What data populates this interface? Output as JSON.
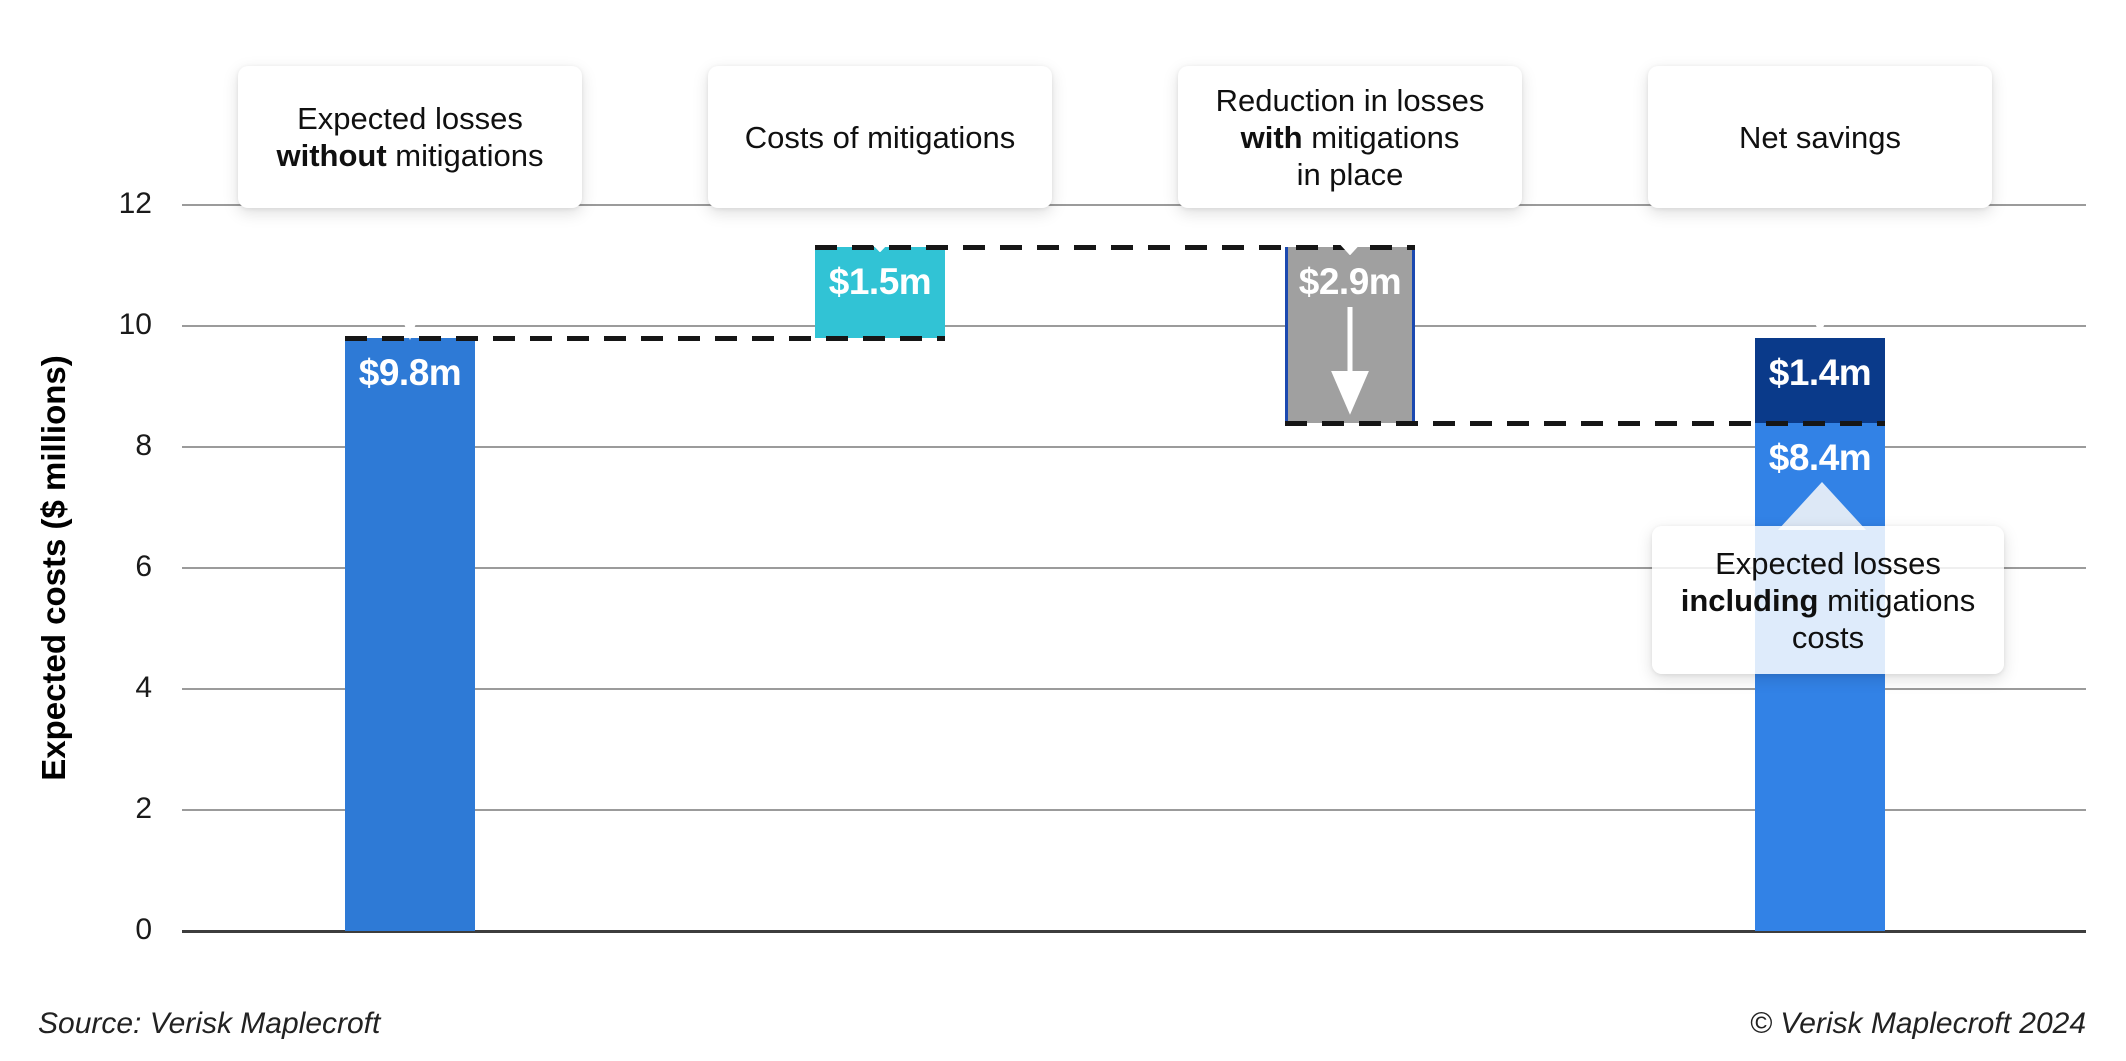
{
  "chart_data": {
    "type": "bar",
    "subtype": "waterfall",
    "title": "",
    "xlabel": "",
    "ylabel": "Expected costs ($ millions)",
    "ylim": [
      0,
      12
    ],
    "yticks": [
      12,
      10,
      8,
      6,
      4,
      2,
      0
    ],
    "grid": true,
    "legend": false,
    "colors": {
      "bar_blue": "#2E7AD6",
      "bar_teal": "#31C3D5",
      "bar_gray": "#A0A0A0",
      "bar_gray_border": "#1B49B0",
      "bar_navy": "#0A3A8A",
      "bar_light_blue": "#3282E6",
      "connector": "#161616",
      "grid_line": "#9B9B9B",
      "axis_line": "#3D3D3D",
      "value_label_text": "#FFFFFF",
      "callout_text": "#101010"
    },
    "categories": [
      "without-mitigations",
      "mitigation-costs",
      "reduction-with-mitigations",
      "net"
    ],
    "bars": [
      {
        "key": "expected-losses-without-mitigations",
        "category_index": 0,
        "from": 0,
        "to": 9.8,
        "value": 9.8,
        "label": "$9.8m",
        "color_ref": "bar_blue"
      },
      {
        "key": "costs-of-mitigations",
        "category_index": 1,
        "from": 9.8,
        "to": 11.3,
        "value": 1.5,
        "label": "$1.5m",
        "color_ref": "bar_teal"
      },
      {
        "key": "reduction-in-losses",
        "category_index": 2,
        "from": 11.3,
        "to": 8.4,
        "value": 2.9,
        "label": "$2.9m",
        "color_ref": "bar_gray",
        "border_ref": "bar_gray_border",
        "arrow_down": true
      },
      {
        "key": "expected-losses-including-mitigation-costs",
        "category_index": 3,
        "from": 0,
        "to": 8.4,
        "value": 8.4,
        "label": "$8.4m",
        "color_ref": "bar_light_blue"
      },
      {
        "key": "net-savings",
        "category_index": 3,
        "from": 8.4,
        "to": 9.8,
        "value": 1.4,
        "label": "$1.4m",
        "color_ref": "bar_navy"
      }
    ],
    "connectors": [
      {
        "value": 9.8,
        "from_bar": 0,
        "to_bar": 1
      },
      {
        "value": 11.3,
        "from_bar": 1,
        "to_bar": 2
      },
      {
        "value": 8.4,
        "from_bar": 2,
        "to_bar": 3
      }
    ],
    "callouts": [
      {
        "anchor_bar": 0,
        "direction": "down",
        "lines": [
          [
            {
              "t": "Expected losses"
            }
          ],
          [
            {
              "t": "without",
              "b": true
            },
            {
              "t": " mitigations"
            }
          ]
        ]
      },
      {
        "anchor_bar": 1,
        "direction": "down",
        "lines": [
          [
            {
              "t": "Costs of mitigations"
            }
          ]
        ]
      },
      {
        "anchor_bar": 2,
        "direction": "down",
        "lines": [
          [
            {
              "t": "Reduction in losses"
            }
          ],
          [
            {
              "t": "with",
              "b": true
            },
            {
              "t": " mitigations"
            }
          ],
          [
            {
              "t": "in place"
            }
          ]
        ]
      },
      {
        "anchor_bar": 4,
        "direction": "down",
        "lines": [
          [
            {
              "t": "Net savings"
            }
          ]
        ]
      },
      {
        "anchor_bar": 3,
        "direction": "up",
        "translucent": true,
        "lines": [
          [
            {
              "t": "Expected losses"
            }
          ],
          [
            {
              "t": "including",
              "b": true
            },
            {
              "t": " mitigations"
            }
          ],
          [
            {
              "t": "costs"
            }
          ]
        ]
      }
    ]
  },
  "footer": {
    "source": "Source: Verisk Maplecroft",
    "copyright": "© Verisk Maplecroft 2024"
  }
}
